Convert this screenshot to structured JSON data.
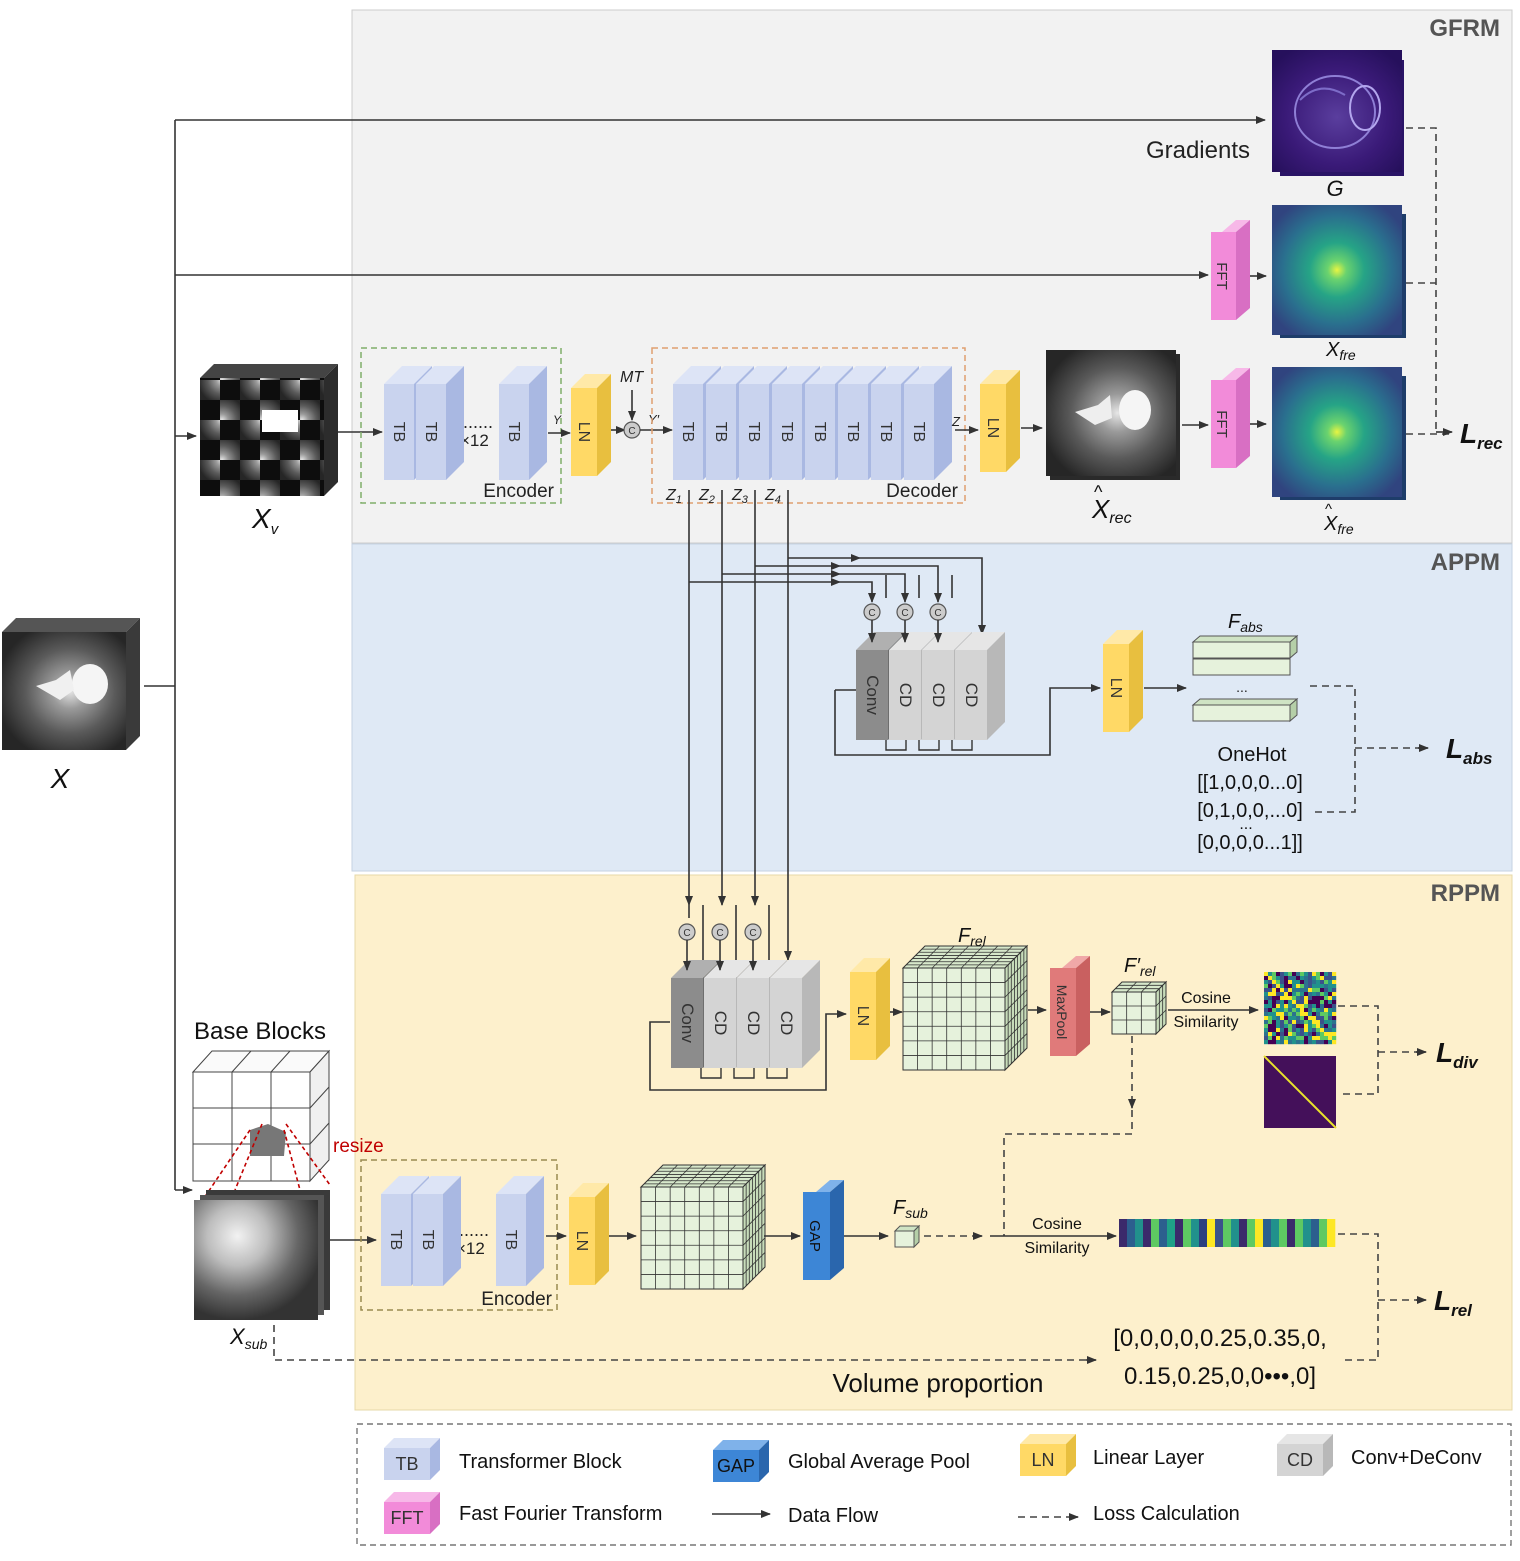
{
  "modules": {
    "gfrm": "GFRM",
    "appm": "APPM",
    "rppm": "RPPM"
  },
  "colors": {
    "gfrm_bg": "#f2f2f2",
    "appm_bg": "#dfe9f5",
    "rppm_bg": "#fdf0cc",
    "tb_block": "#c9d3ee",
    "ln_block": "#ffd966",
    "cd_block": "#d4d4d4",
    "conv_block": "#8c8c8c",
    "fft_block": "#f28bd9",
    "gap_block": "#3d86d6",
    "maxpool_block": "#e07a7a",
    "grid_cube": "#e6f2dc"
  },
  "labels": {
    "x": "X",
    "x_v": "X",
    "x_v_sub": "v",
    "x_sub": "X",
    "x_sub_sub": "sub",
    "gradients": "Gradients",
    "g": "G",
    "x_fre": "X",
    "x_fre_sub": "fre",
    "x_rec": "X",
    "x_rec_sub": "rec",
    "xhat_fre": "X",
    "xhat_fre_sub": "fre",
    "mt": "MT",
    "y": "Y",
    "y_prime": "Y′",
    "z": "Z",
    "z1": "Z",
    "z1_sub": "1",
    "z2": "Z",
    "z2_sub": "2",
    "z3": "Z",
    "z3_sub": "3",
    "z4": "Z",
    "z4_sub": "4",
    "times12": "×12",
    "encoder": "Encoder",
    "decoder": "Decoder",
    "base_blocks": "Base Blocks",
    "resize": "resize",
    "f_abs": "F",
    "f_abs_sub": "abs",
    "f_rel": "F",
    "f_rel_sub": "rel",
    "f_rel_prime": "F′",
    "f_rel_prime_sub": "rel",
    "f_sub": "F",
    "f_sub_sub": "sub",
    "onehot": "OneHot",
    "onehot_rows": [
      "[[1,0,0,0...0]",
      "[0,1,0,0,...0]",
      "[0,0,0,0...1]]"
    ],
    "ellipsis": "...",
    "cosine_similarity": [
      "Cosine",
      "Similarity"
    ],
    "volume_proportion": "Volume proportion",
    "proportion_values": [
      "[0,0,0,0,0.25,0.35,0,",
      "0.15,0.25,0,0•••,0]"
    ],
    "l_rec": "L",
    "l_rec_sub": "rec",
    "l_abs": "L",
    "l_abs_sub": "abs",
    "l_div": "L",
    "l_div_sub": "div",
    "l_rel": "L",
    "l_rel_sub": "rel"
  },
  "blocks": {
    "tb": "TB",
    "ln": "LN",
    "fft": "FFT",
    "conv": "Conv",
    "cd": "CD",
    "gap": "GAP",
    "maxpool": "MaxPool",
    "concat": "C"
  },
  "legend": {
    "items": [
      {
        "abbr": "TB",
        "label": "Transformer Block"
      },
      {
        "abbr": "GAP",
        "label": "Global Average Pool"
      },
      {
        "abbr": "LN",
        "label": "Linear Layer"
      },
      {
        "abbr": "CD",
        "label": "Conv+DeConv"
      },
      {
        "abbr": "FFT",
        "label": "Fast Fourier Transform"
      }
    ],
    "data_flow": "Data Flow",
    "loss_calc": "Loss Calculation"
  }
}
